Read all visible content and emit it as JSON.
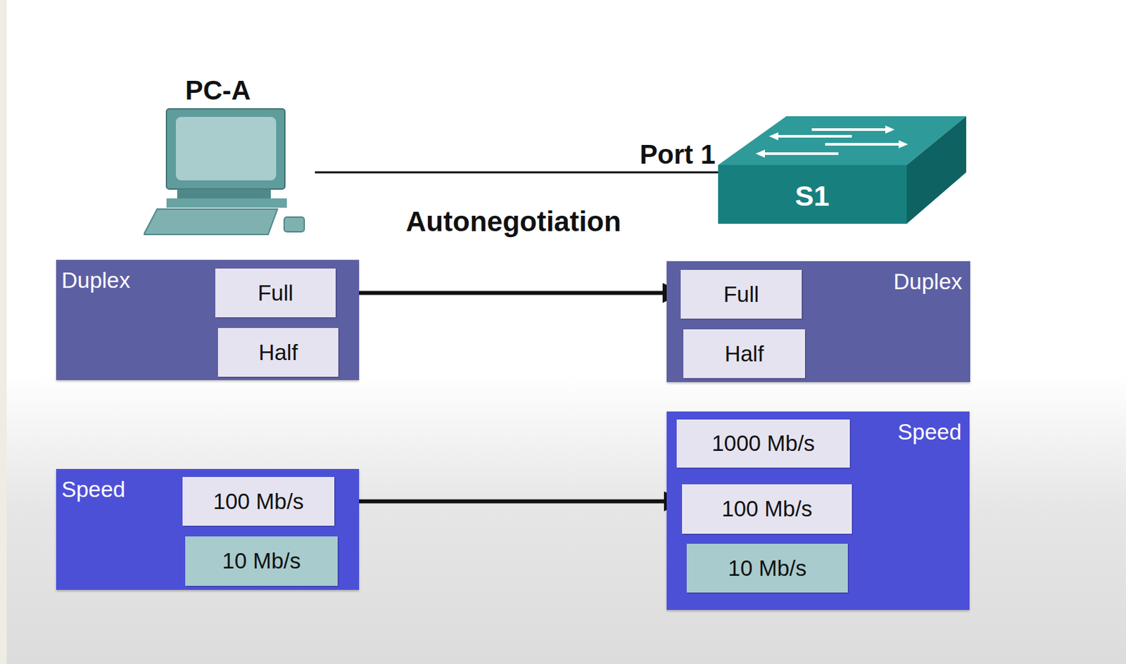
{
  "diagram": {
    "nodes": [
      {
        "text": [
          "PC-A"
        ]
      },
      {
        "text": [
          "S1"
        ]
      },
      {
        "text": [
          "Duplex"
        ]
      },
      {
        "text": [
          "Full"
        ],
        "in": 2
      },
      {
        "text": [
          "Half"
        ],
        "in": 2
      },
      {
        "text": [
          "Duplex"
        ]
      },
      {
        "text": [
          "Full"
        ],
        "in": 5
      },
      {
        "text": [
          "Half"
        ],
        "in": 5
      },
      {
        "text": [
          "Speed"
        ]
      },
      {
        "text": [
          "100 Mb/s"
        ],
        "in": 8
      },
      {
        "text": [
          "10 Mb/s"
        ],
        "in": 8
      },
      {
        "text": [
          "Speed"
        ]
      },
      {
        "text": [
          "1000 Mb/s"
        ],
        "in": 11
      },
      {
        "text": [
          "100 Mb/s"
        ],
        "in": 11
      },
      {
        "text": [
          "10 Mb/s"
        ],
        "in": 11
      }
    ],
    "edges": [
      {
        "from": 0,
        "to": 1,
        "arrow": "none",
        "label": "Port 1"
      },
      {
        "from": 3,
        "to": 6,
        "arrow": "both"
      },
      {
        "from": 9,
        "to": 13,
        "arrow": "both"
      }
    ],
    "labels": [
      "Autonegotiation"
    ]
  }
}
